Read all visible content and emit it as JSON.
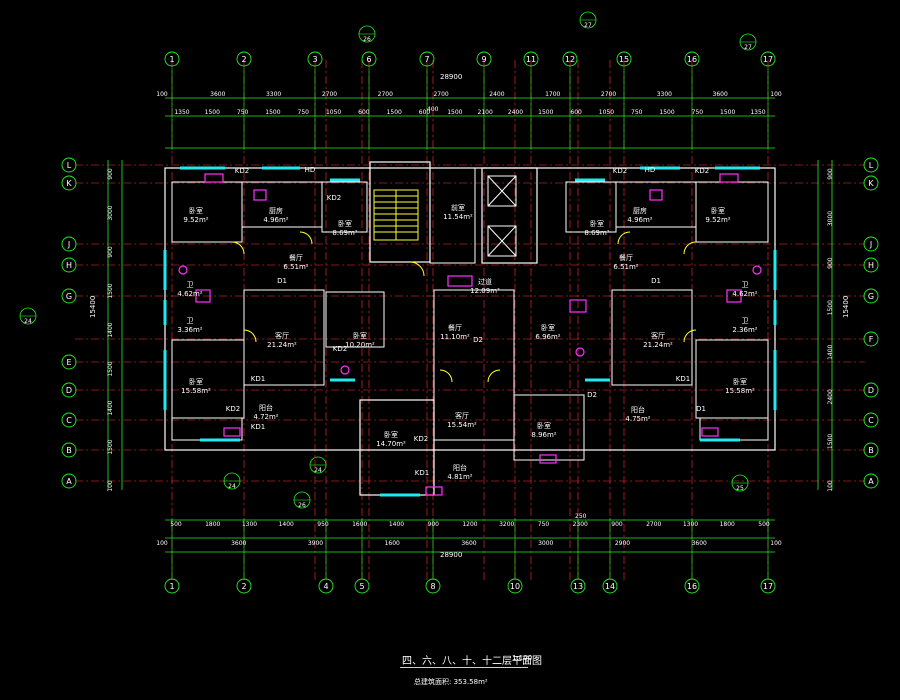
{
  "drawing": {
    "title": "四、六、八、十、十二层平面图",
    "scale": "1:100",
    "area": "总建筑面积: 353.58m²",
    "total_dim_top": "28900",
    "total_dim_bottom": "28900",
    "center_dim": "400",
    "center_dim_bottom": "250"
  },
  "axes_top": [
    "1",
    "2",
    "3",
    "6",
    "7",
    "9",
    "11",
    "12",
    "15",
    "16",
    "17"
  ],
  "axes_bottom": [
    "1",
    "2",
    "4",
    "5",
    "8",
    "10",
    "13",
    "14",
    "16",
    "17"
  ],
  "rows_left": [
    "L",
    "K",
    "J",
    "H",
    "G",
    "E",
    "D",
    "C",
    "B",
    "A"
  ],
  "rows_right": [
    "L",
    "K",
    "J",
    "H",
    "G",
    "F",
    "D",
    "C",
    "B",
    "A"
  ],
  "dims": {
    "top_row1": [
      "100",
      "3600",
      "3300",
      "2700",
      "2700",
      "2700",
      "2400",
      "1700",
      "2700",
      "3300",
      "3600",
      "100"
    ],
    "top_row2": [
      "1350",
      "1500",
      "750",
      "1500",
      "750",
      "1050",
      "600",
      "1500",
      "600",
      "1500",
      "2100",
      "2400",
      "1500",
      "600",
      "1050",
      "750",
      "1500",
      "750",
      "1500",
      "1350"
    ],
    "bottom_row1": [
      "500",
      "1800",
      "1300",
      "1400",
      "950",
      "1600",
      "1400",
      "900",
      "1200",
      "3200",
      "750",
      "2300",
      "900",
      "2700",
      "1300",
      "1800",
      "500"
    ],
    "bottom_row2": [
      "100",
      "3600",
      "3900",
      "1600",
      "3600",
      "3000",
      "2900",
      "3600",
      "100"
    ],
    "left_side": [
      "900",
      "3000",
      "900",
      "1500",
      "1400",
      "1500",
      "1400",
      "1500",
      "100"
    ],
    "right_side": [
      "900",
      "3000",
      "900",
      "1500",
      "1400",
      "2400",
      "1500",
      "100"
    ],
    "left_total": "15400",
    "right_total": "15400"
  },
  "rooms": [
    {
      "name": "卧室",
      "area": "9.52m²"
    },
    {
      "name": "厨房",
      "area": "4.96m²"
    },
    {
      "name": "餐厅",
      "area": "6.51m²"
    },
    {
      "name": "卧室",
      "area": "8.69m²"
    },
    {
      "name": "前室",
      "area": "11.54m²"
    },
    {
      "name": "客厅",
      "area": "21.24m²"
    },
    {
      "name": "卫",
      "area": "3.36m²"
    },
    {
      "name": "卫",
      "area": "4.62m²"
    },
    {
      "name": "卧室",
      "area": "15.58m²"
    },
    {
      "name": "阳台",
      "area": "4.72m²"
    },
    {
      "name": "卧室",
      "area": "10.20m²"
    },
    {
      "name": "餐厅",
      "area": "11.10m²"
    },
    {
      "name": "卧室",
      "area": "14.70m²"
    },
    {
      "name": "客厅",
      "area": "15.54m²"
    },
    {
      "name": "阳台",
      "area": "4.81m²"
    },
    {
      "name": "卧室",
      "area": "8.96m²"
    },
    {
      "name": "卧室",
      "area": "6.96m²"
    },
    {
      "name": "过道",
      "area": "12.09m²"
    },
    {
      "name": "卧室",
      "area": "8.69m²"
    },
    {
      "name": "厨房",
      "area": "4.96m²"
    },
    {
      "name": "卧室",
      "area": "9.52m²"
    },
    {
      "name": "餐厅",
      "area": "6.51m²"
    },
    {
      "name": "客厅",
      "area": "21.24m²"
    },
    {
      "name": "卫",
      "area": "2.36m²"
    },
    {
      "name": "卫",
      "area": "4.62m²"
    },
    {
      "name": "卧室",
      "area": "15.58m²"
    },
    {
      "name": "阳台",
      "area": "4.75m²"
    }
  ],
  "tags": [
    "KD2",
    "HD",
    "KD2",
    "HD",
    "KD2",
    "KD2",
    "KD1",
    "KD2",
    "KD1",
    "KD2",
    "KD1",
    "KD2",
    "KD1",
    "D1",
    "D2",
    "D1"
  ],
  "callouts": [
    "26",
    "27",
    "27",
    "24",
    "24",
    "26",
    "25",
    "24"
  ],
  "colors": {
    "background": "#000000",
    "wall": "#ffffff",
    "axis": "#ff3030",
    "dim": "#22ee22",
    "cyan": "#22e8f0",
    "magenta": "#ff30ff",
    "yellow": "#ffff30"
  }
}
